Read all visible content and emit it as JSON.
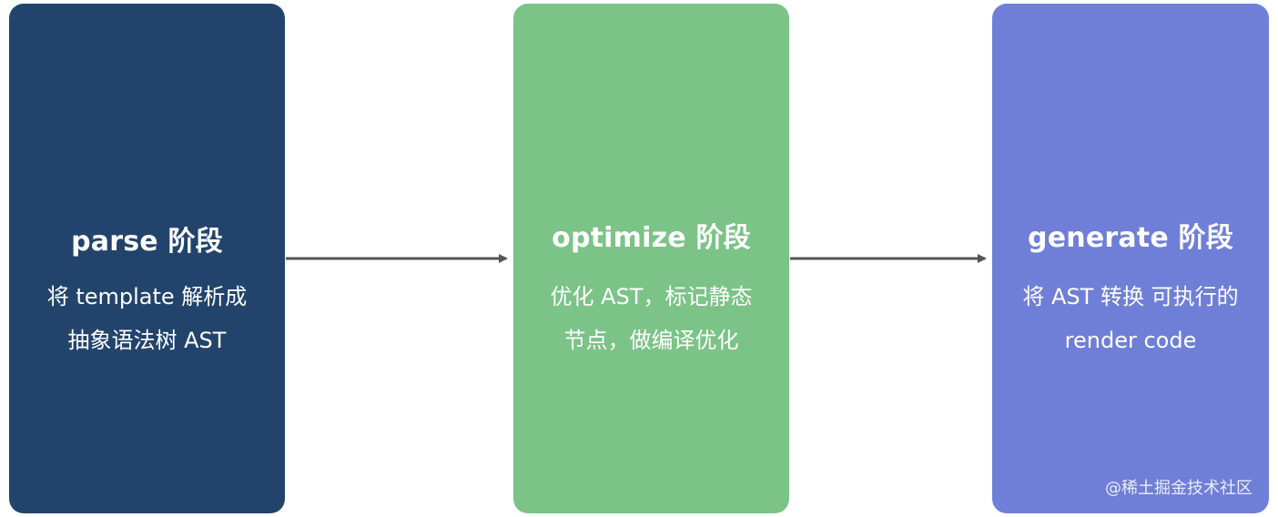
{
  "stages": [
    {
      "title": "parse 阶段",
      "lines": [
        "将 template 解析成",
        "抽象语法树 AST"
      ],
      "color": "#22446c"
    },
    {
      "title": "optimize 阶段",
      "lines": [
        "优化 AST，标记静态",
        "节点，做编译优化"
      ],
      "color": "#7bc387"
    },
    {
      "title": "generate 阶段",
      "lines": [
        "将 AST 转换 可执行的",
        "render code"
      ],
      "color": "#6f7fd7"
    }
  ],
  "arrow_color": "#555555",
  "watermark": "@稀土掘金技术社区"
}
